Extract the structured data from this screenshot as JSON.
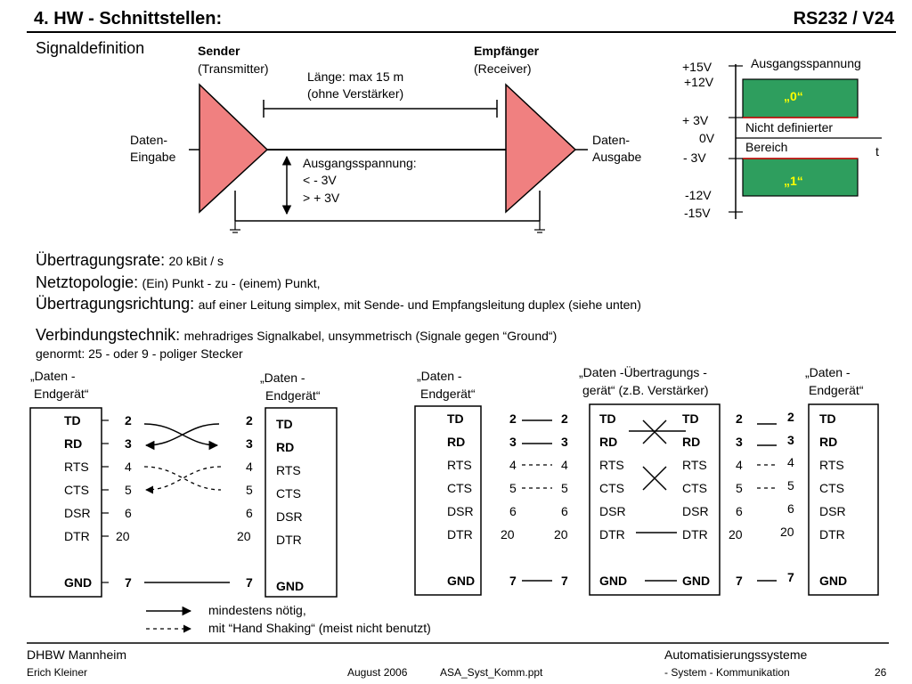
{
  "header": {
    "title": "4. HW - Schnittstellen:",
    "topic": "RS232 / V24"
  },
  "signal_section": {
    "heading": "Signaldefinition",
    "sender_label": "Sender",
    "sender_sub": "(Transmitter)",
    "receiver_label": "Empfänger",
    "receiver_sub": "(Receiver)",
    "length_line1": "Länge: max 15 m",
    "length_line2": "(ohne Verstärker)",
    "data_in_1": "Daten-",
    "data_in_2": "Eingabe",
    "data_out_1": "Daten-",
    "data_out_2": "Ausgabe",
    "out_voltage_title": "Ausgangsspannung:",
    "out_voltage_low": "<  - 3V",
    "out_voltage_high": "> + 3V"
  },
  "levels": {
    "axis_title": "Ausgangsspannung",
    "v_p15": "+15V",
    "v_p12": "+12V",
    "v_p3": "+  3V",
    "v_0": "0V",
    "v_m3": "-  3V",
    "v_m12": "-12V",
    "v_m15": "-15V",
    "zero_label": "„0“",
    "one_label": "„1“",
    "undefined_1": "Nicht definierter",
    "undefined_2": "Bereich",
    "t_label": "t"
  },
  "properties": {
    "rate_label": "Übertragungsrate:",
    "rate_value": "20 kBit / s",
    "topology_label": "Netztopologie:",
    "topology_value": "(Ein) Punkt - zu - (einem) Punkt,",
    "direction_label": "Übertragungsrichtung:",
    "direction_value": "auf einer Leitung simplex, mit Sende- und Empfangsleitung duplex (siehe unten)",
    "connection_label": "Verbindungstechnik:",
    "connection_value": "mehradriges Signalkabel, unsymmetrisch (Signale gegen “Ground“)",
    "standard": "genormt: 25 - oder 9 - poliger Stecker"
  },
  "wiring": {
    "dte_1": "„Daten -",
    "dte_2": "Endgerät“",
    "dce_1": "„Daten -Übertragungs -",
    "dce_2": "gerät“ (z.B. Verstärker)",
    "signals": [
      "TD",
      "RD",
      "RTS",
      "CTS",
      "DSR",
      "DTR",
      "GND"
    ],
    "pins": [
      "2",
      "3",
      "4",
      "5",
      "6",
      "20",
      "7"
    ]
  },
  "legend": {
    "solid": "mindestens nötig,",
    "dashed": "mit “Hand Shaking“ (meist nicht benutzt)"
  },
  "footer": {
    "org": "DHBW  Mannheim",
    "course": "Automatisierungssysteme",
    "author": "Erich Kleiner",
    "date": "August 2006",
    "file": "ASA_Syst_Komm.ppt",
    "section": "- System - Kommunikation",
    "page": "26"
  }
}
